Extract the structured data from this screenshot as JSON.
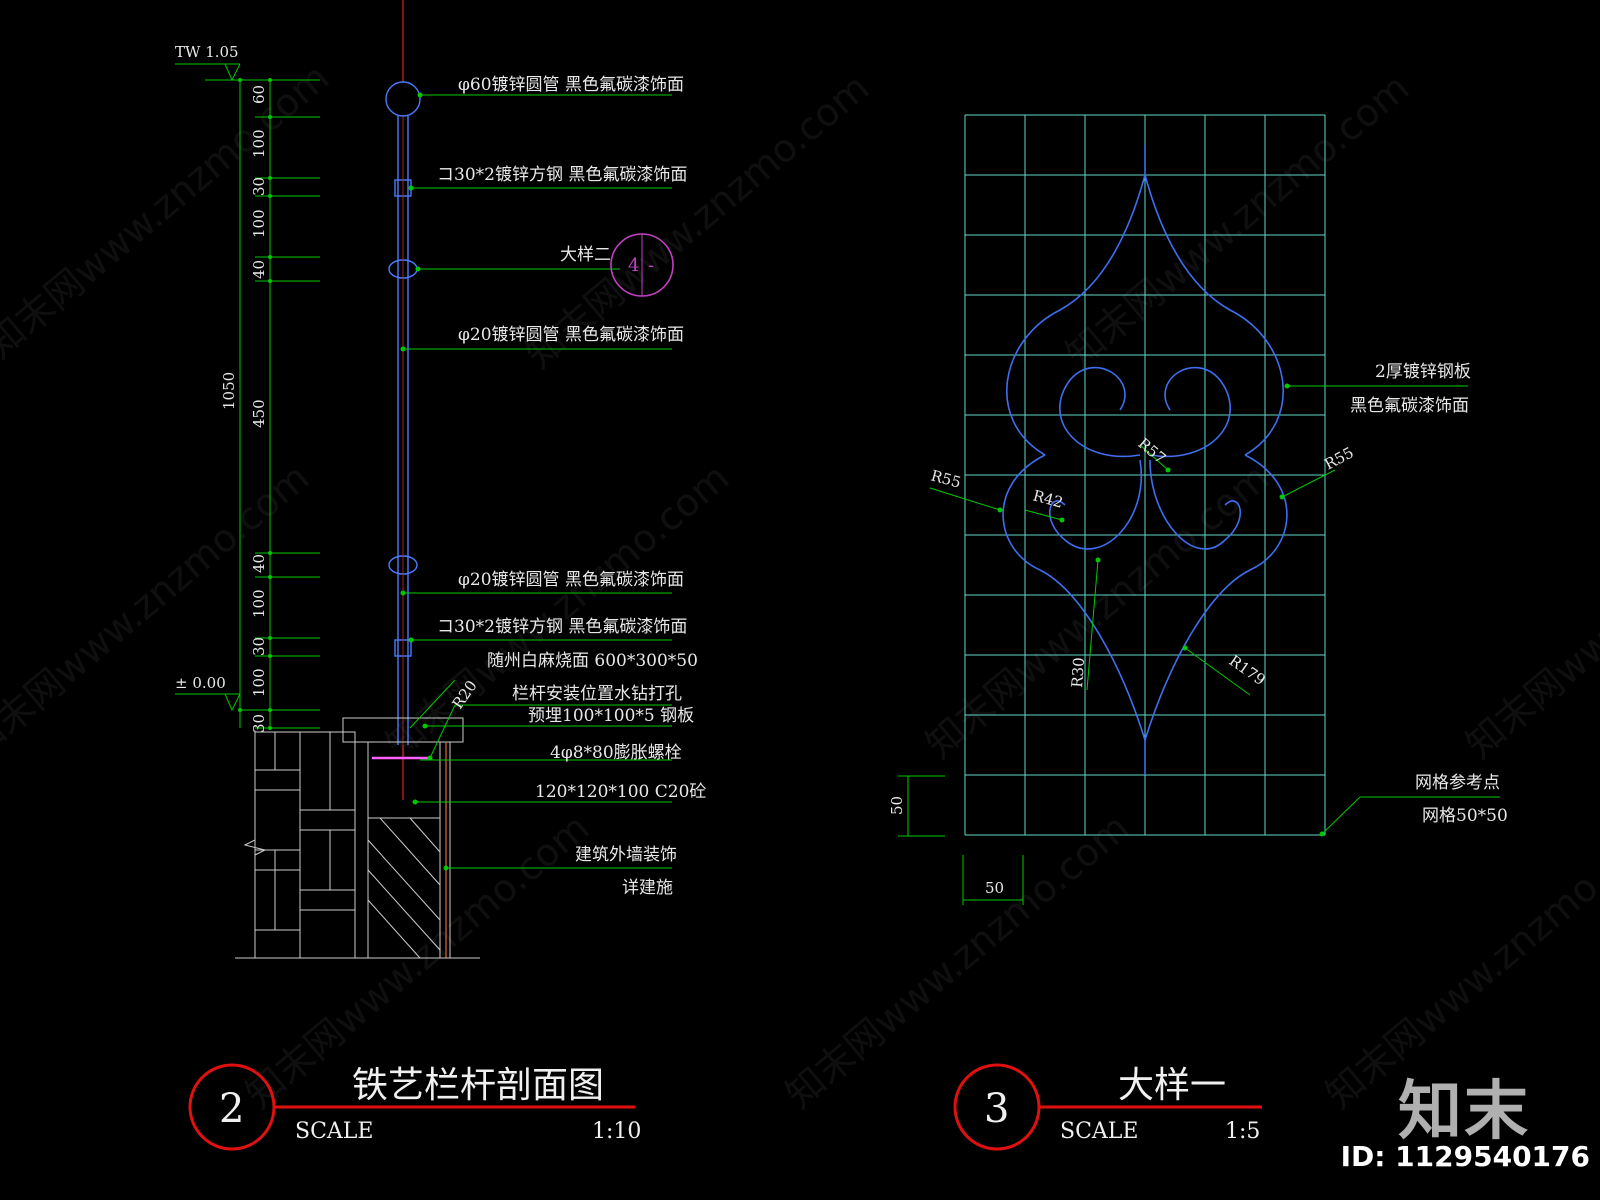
{
  "section_drawing": {
    "elev_top": "TW 1.05",
    "elev_base": "± 0.00",
    "dimensions": [
      "60",
      "100",
      "30",
      "100",
      "40",
      "450",
      "40",
      "100",
      "30",
      "100",
      "30"
    ],
    "total_height": "1050",
    "notes": {
      "n1": "φ60镀锌圆管 黑色氟碳漆饰面",
      "n2": "コ30*2镀锌方钢 黑色氟碳漆饰面",
      "n3_label": "大样二",
      "n3_num": "4",
      "n3_sheet": "-",
      "n4": "φ20镀锌圆管 黑色氟碳漆饰面",
      "n5": "φ20镀锌圆管 黑色氟碳漆饰面",
      "n6": "コ30*2镀锌方钢 黑色氟碳漆饰面",
      "n7": "随州白麻烧面 600*300*50",
      "n8a": "栏杆安装位置水钻打孔",
      "n8b": "预埋100*100*5 钢板",
      "n9": "4φ8*80膨胀螺栓",
      "n10": "120*120*100 C20砼",
      "n11a": "建筑外墙装饰",
      "n11b": "详建施",
      "r20": "R20"
    },
    "title": {
      "number": "2",
      "name": "铁艺栏杆剖面图",
      "scale_label": "SCALE",
      "scale": "1:10"
    }
  },
  "detail_drawing": {
    "labels": {
      "plate1": "2厚镀锌钢板",
      "plate2": "黑色氟碳漆饰面",
      "r55_left": "R55",
      "r42": "R42",
      "r57": "R57",
      "r55_right": "R55",
      "r30": "R30",
      "r179": "R179",
      "grid_ref": "网格参考点",
      "grid_size": "网格50*50",
      "dim_v": "50",
      "dim_h": "50"
    },
    "title": {
      "number": "3",
      "name": "大样一",
      "scale_label": "SCALE",
      "scale": "1:5"
    }
  },
  "watermark": "知末网www.znzmo.com",
  "brand": "知末",
  "image_id": "ID: 1129540176",
  "colors": {
    "dim_line": "#00c800",
    "rail": "#4b7cff",
    "grid": "#5fd6c9",
    "curve": "#3f6ff0",
    "title_circle": "#e01010",
    "tag_circle": "#c040c0"
  }
}
